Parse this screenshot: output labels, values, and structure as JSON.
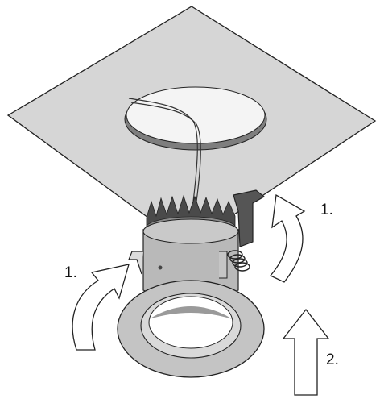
{
  "diagram": {
    "step_labels": {
      "right_rotation": "1.",
      "left_rotation": "1.",
      "push_up": "2."
    }
  },
  "colors": {
    "ceiling": "#d6d6d6",
    "cutout": "#f4f4f4",
    "housing": "#b9b9b9",
    "outline": "#222222"
  }
}
